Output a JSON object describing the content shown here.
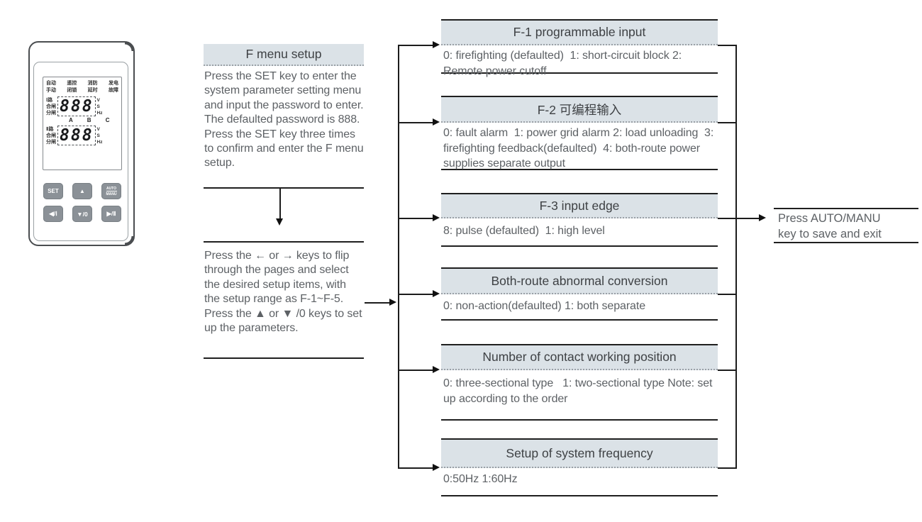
{
  "device": {
    "lcd": {
      "status_row1": [
        "自动",
        "遥控",
        "消防",
        "发电"
      ],
      "status_row2": [
        "手动",
        "闭锁",
        "延时",
        "故障"
      ],
      "row1": {
        "labels": [
          "Ⅰ路",
          "合闸",
          "分闸"
        ],
        "value": "888",
        "units": [
          "V",
          "S",
          "Hz"
        ]
      },
      "phases": "A B C",
      "row2": {
        "labels": [
          "Ⅱ路",
          "合闸",
          "分闸"
        ],
        "value": "888",
        "units": [
          "V",
          "S",
          "Hz"
        ]
      }
    },
    "keys": {
      "set": "SET",
      "up": "▲",
      "auto": "AUTO",
      "manu": "MANU",
      "close1": "◀/Ⅰ",
      "open": "▼/0",
      "close2": "▶/Ⅱ"
    }
  },
  "setup_block": {
    "title": "F menu setup",
    "body": "Press the SET key to enter the system parameter setting menu and input the password to enter. The defaulted password is 888. Press the SET key three times to confirm and enter the F menu setup."
  },
  "page_block": {
    "body": "Press the ← or → keys to flip through the pages and select the desired setup items, with the setup range as F-1~F-5. Press the ▲ or ▼ /0 keys to set up the parameters."
  },
  "items": [
    {
      "title": "F-1 programmable input",
      "body": "0: firefighting (defaulted)  1: short-circuit block 2: Remote power cutoff"
    },
    {
      "title": "F-2 可编程输入",
      "body": "0: fault alarm  1: power grid alarm 2: load unloading  3: firefighting feedback(defaulted)  4: both-route power supplies separate output"
    },
    {
      "title": "F-3 input edge",
      "body": "8: pulse (defaulted)  1: high level"
    },
    {
      "title": "Both-route abnormal conversion",
      "body": "0: non-action(defaulted) 1: both separate"
    },
    {
      "title": "Number of contact working position",
      "body": "0: three-sectional type   1: two-sectional type Note: set up according to the order"
    },
    {
      "title": "Setup of system frequency",
      "body": "0:50Hz 1:60Hz"
    }
  ],
  "save_note": {
    "line1": "Press AUTO/MANU",
    "line2": "key to save and exit"
  },
  "colors": {
    "header_bg": "#dbe2e7",
    "line": "#1f1f1f",
    "body_text": "#5d6165"
  }
}
